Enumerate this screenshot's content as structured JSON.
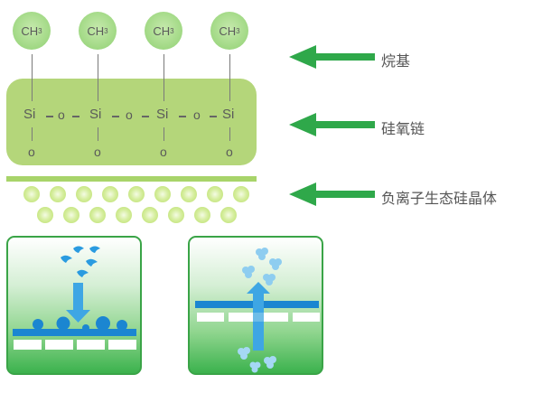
{
  "diagram": {
    "methyl_groups": [
      {
        "label": "CH",
        "subscript": "3"
      },
      {
        "label": "CH",
        "subscript": "3"
      },
      {
        "label": "CH",
        "subscript": "3"
      },
      {
        "label": "CH",
        "subscript": "3"
      }
    ],
    "siloxane_chain": {
      "atoms": [
        "Si",
        "o",
        "Si",
        "o",
        "Si",
        "o",
        "Si"
      ],
      "bottom_atoms": [
        "o",
        "o",
        "o",
        "o"
      ]
    },
    "labels": {
      "alkyl": "烷基",
      "siloxane": "硅氧链",
      "crystal": "负离子生态硅晶体"
    },
    "colors": {
      "arrow": "#2fa84a",
      "chain": "#b4d67a",
      "methyl": "#a8dc8c",
      "water": "#1e8fd6",
      "panel_border": "#3aa447"
    },
    "panels": [
      {
        "name": "water-repellent",
        "direction": "down"
      },
      {
        "name": "breathable",
        "direction": "up"
      }
    ]
  }
}
